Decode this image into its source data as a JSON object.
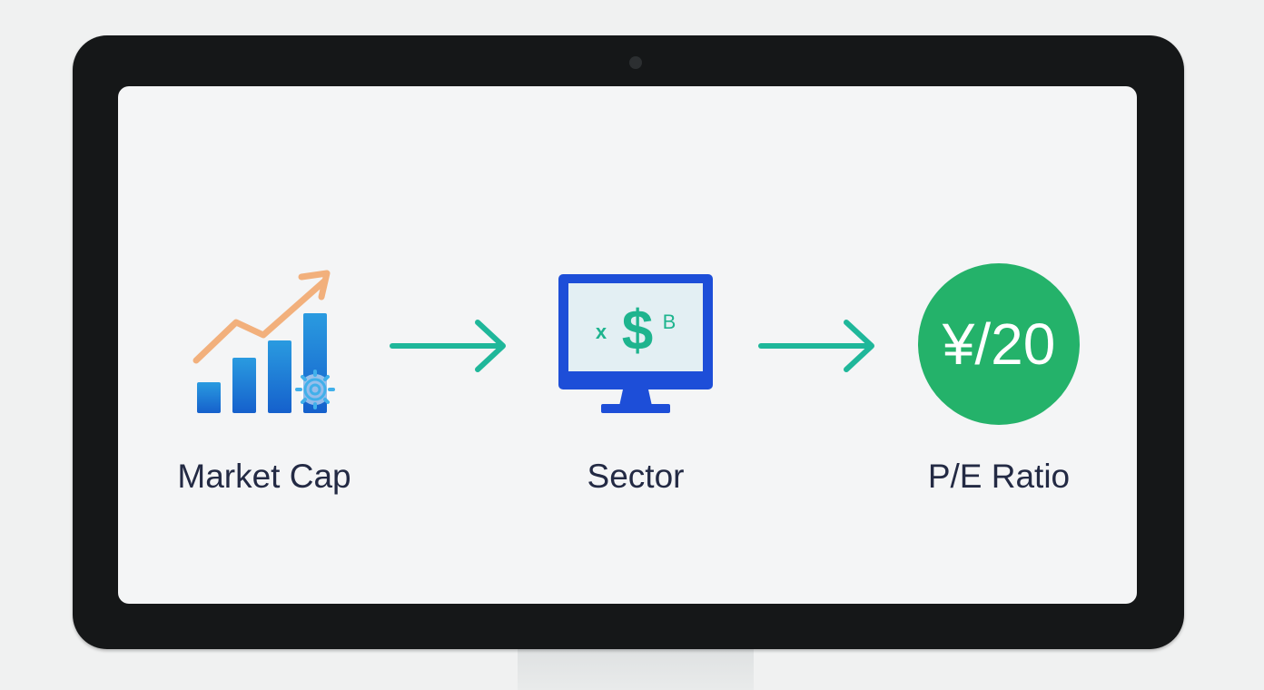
{
  "steps": [
    {
      "label": "Market Cap",
      "icon": "growth-bar-chart-icon"
    },
    {
      "label": "Sector",
      "icon": "monitor-dollar-icon"
    },
    {
      "label": "P/E Ratio",
      "icon": "yen-price-badge-icon"
    }
  ],
  "monitor_icon": {
    "dollar": "$",
    "left_mark": "x",
    "right_mark": "B"
  },
  "badge": {
    "text": "¥/20"
  },
  "colors": {
    "bezel": "#151718",
    "screen": "#f4f5f6",
    "arrow": "#1fb79a",
    "bars": "#1a78d6",
    "trend_arrow": "#f2b07c",
    "monitor_frame": "#1d4ed8",
    "dollar": "#1eb48e",
    "badge": "#24b26a",
    "label": "#232a44"
  }
}
